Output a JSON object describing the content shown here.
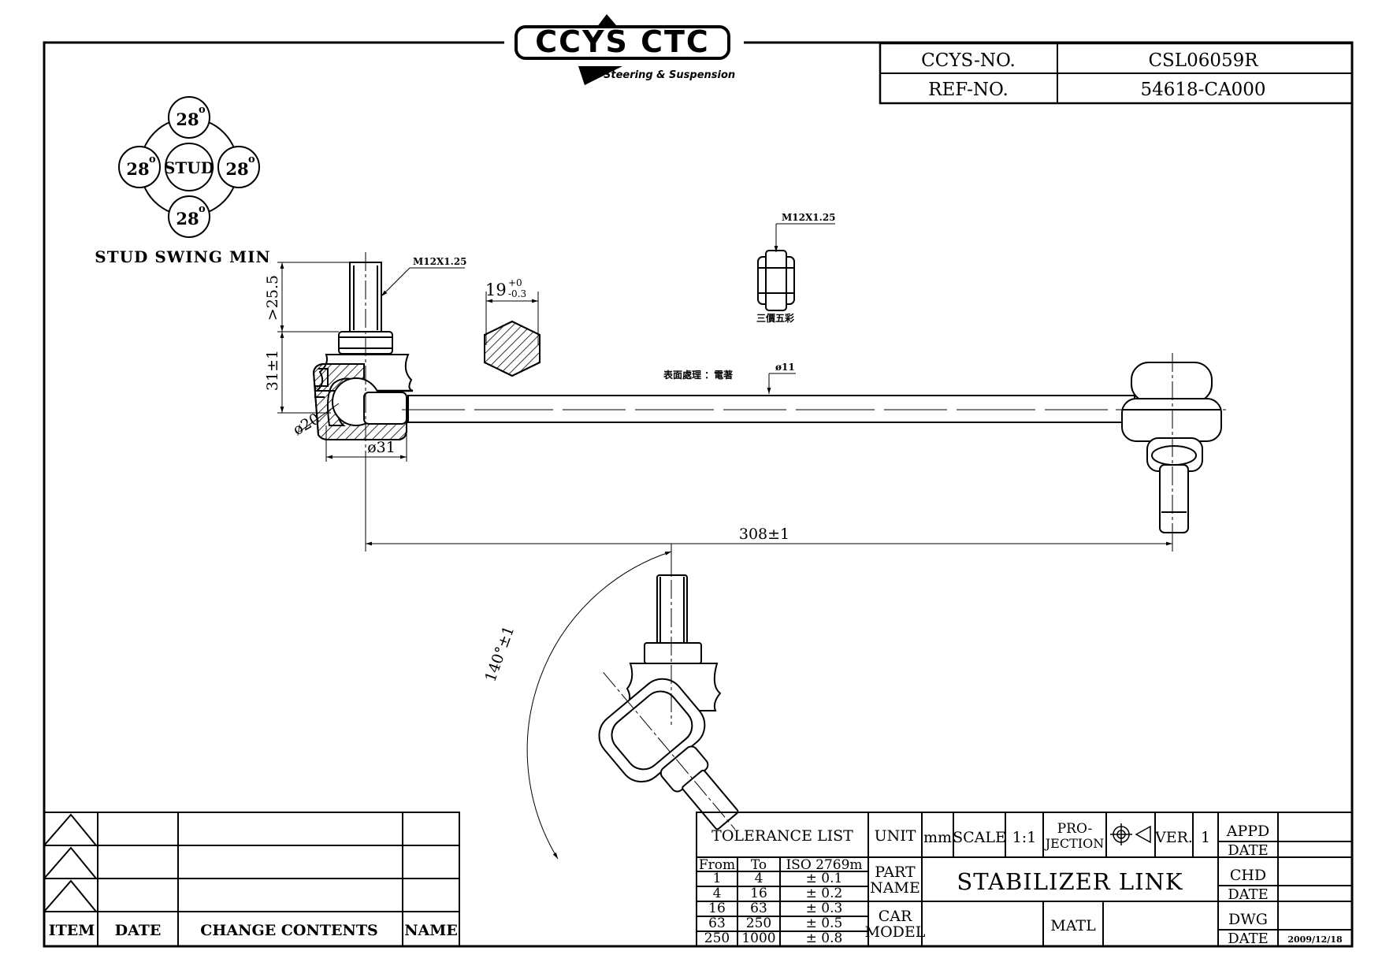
{
  "logo": {
    "brand": "CCYS CTC",
    "tagline": "Steering & Suspension"
  },
  "title_block_top": {
    "ccys_no_label": "CCYS-NO.",
    "ccys_no_value": "CSL06059R",
    "ref_no_label": "REF-NO.",
    "ref_no_value": "54618-CA000"
  },
  "stud_swing": {
    "center_label": "STUD",
    "angle_top": "28",
    "angle_left": "28",
    "angle_right": "28",
    "angle_bottom": "28",
    "degree_mark": "o",
    "caption": "STUD SWING MIN"
  },
  "dimensions": {
    "thread_left": "M12X1.25",
    "thread_nut": "M12X1.25",
    "nut_note": "三價五彩",
    "stud_length": ">25.5",
    "stud_height": "31±1",
    "ball_dia": "ø20",
    "housing_dia": "ø31",
    "hex_size_main": "19",
    "hex_tol_plus": "+0",
    "hex_tol_minus": "-0.3",
    "rod_dia": "ø11",
    "surface_note": "表面處理 ：電著",
    "overall_length": "308±1",
    "swing_angle": "140°±1"
  },
  "revision_block": {
    "headers": {
      "item": "ITEM",
      "date": "DATE",
      "change_contents": "CHANGE CONTENTS",
      "name": "NAME"
    }
  },
  "tolerance": {
    "title": "TOLERANCE LIST",
    "headers": [
      "From",
      "To",
      "ISO 2769m"
    ],
    "rows": [
      [
        "1",
        "4",
        "± 0.1"
      ],
      [
        "4",
        "16",
        "± 0.2"
      ],
      [
        "16",
        "63",
        "± 0.3"
      ],
      [
        "63",
        "250",
        "± 0.5"
      ],
      [
        "250",
        "1000",
        "± 0.8"
      ]
    ]
  },
  "title_block_bottom": {
    "unit_label": "UNIT",
    "unit_value": "mm",
    "scale_label": "SCALE",
    "scale_value": "1:1",
    "projection_line1": "PRO-",
    "projection_line2": "JECTION",
    "ver_label": "VER.",
    "ver_value": "1",
    "part_name_line1": "PART",
    "part_name_line2": "NAME",
    "part_name_value": "STABILIZER LINK",
    "car_model_line1": "CAR",
    "car_model_line2": "MODEL",
    "matl_label": "MATL",
    "appd_label": "APPD",
    "chd_label": "CHD",
    "dwg_label": "DWG",
    "date_label": "DATE",
    "dwg_date_value": "2009/12/18"
  }
}
